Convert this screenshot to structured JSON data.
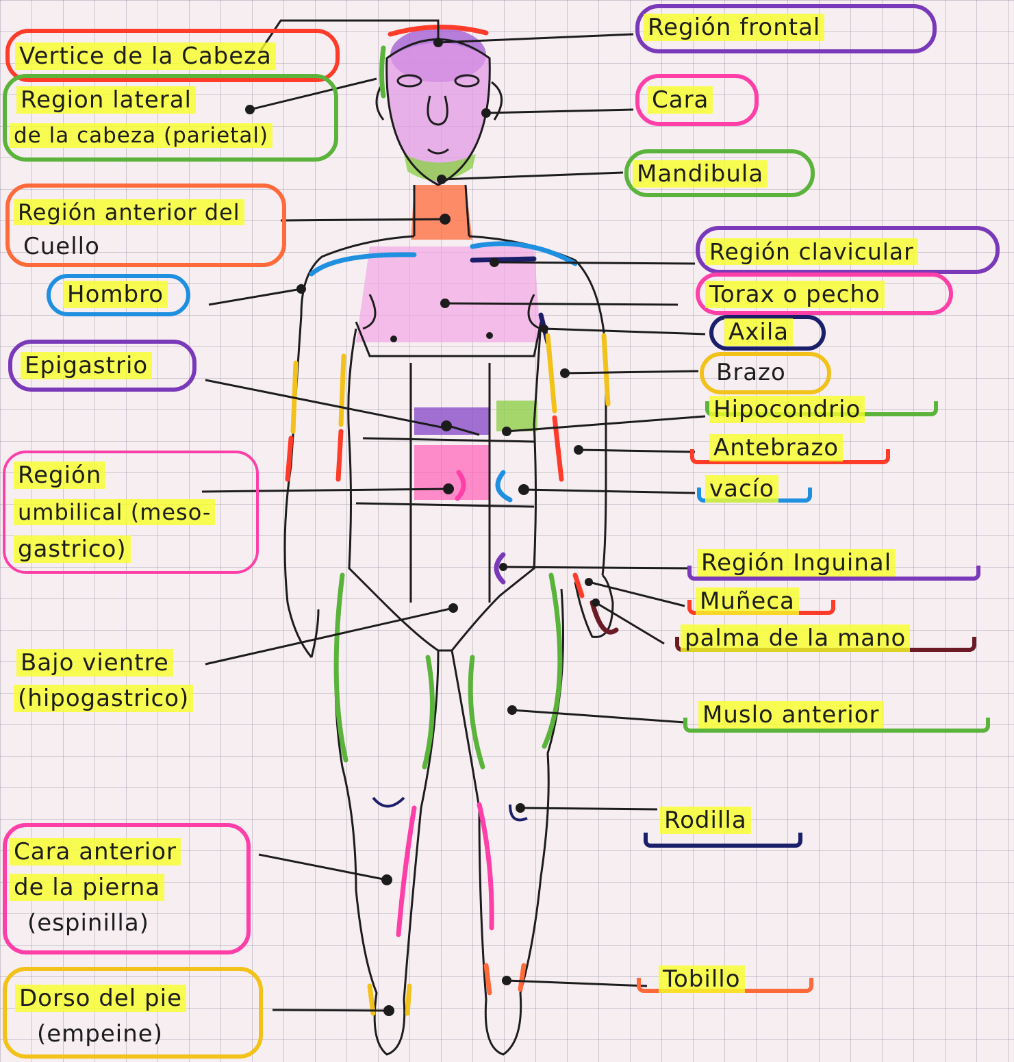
{
  "labels": {
    "vertice": "Vertice de la Cabeza",
    "lateral_1": "Region lateral",
    "lateral_2": "de la cabeza (parietal)",
    "cuello_1": "Región anterior del",
    "cuello_2": "Cuello",
    "hombro": "Hombro",
    "epigastrio": "Epigastrio",
    "umbilical_1": "Región",
    "umbilical_2": "umbilical (meso-",
    "umbilical_3": "gastrico)",
    "bajo_1": "Bajo vientre",
    "bajo_2": "(hipogastrico)",
    "pierna_1": "Cara anterior",
    "pierna_2": "de la pierna",
    "pierna_3": "(espinilla)",
    "dorso_1": "Dorso del pie",
    "dorso_2": "(empeine)",
    "frontal": "Región frontal",
    "cara": "Cara",
    "mandibula": "Mandibula",
    "clavicular": "Región clavicular",
    "torax": "Torax o pecho",
    "axila": "Axila",
    "brazo": "Brazo",
    "hipocondrio": "Hipocondrio",
    "antebrazo": "Antebrazo",
    "vacio": "vacío",
    "inguinal": "Región Inguinal",
    "muneca": "Muñeca",
    "palma": "palma de la mano",
    "muslo": "Muslo anterior",
    "rodilla": "Rodilla",
    "tobillo": "Tobillo"
  },
  "colors": {
    "red": "#ff3b2a",
    "green": "#5ab33a",
    "orange": "#ff6a3a",
    "blue": "#1f8fe0",
    "purple": "#7a39b8",
    "pink": "#ff3fa8",
    "yellow": "#f2c21a",
    "navy": "#1b1f6a",
    "maroon": "#6b1a26",
    "highlight": "#f8ff28"
  }
}
